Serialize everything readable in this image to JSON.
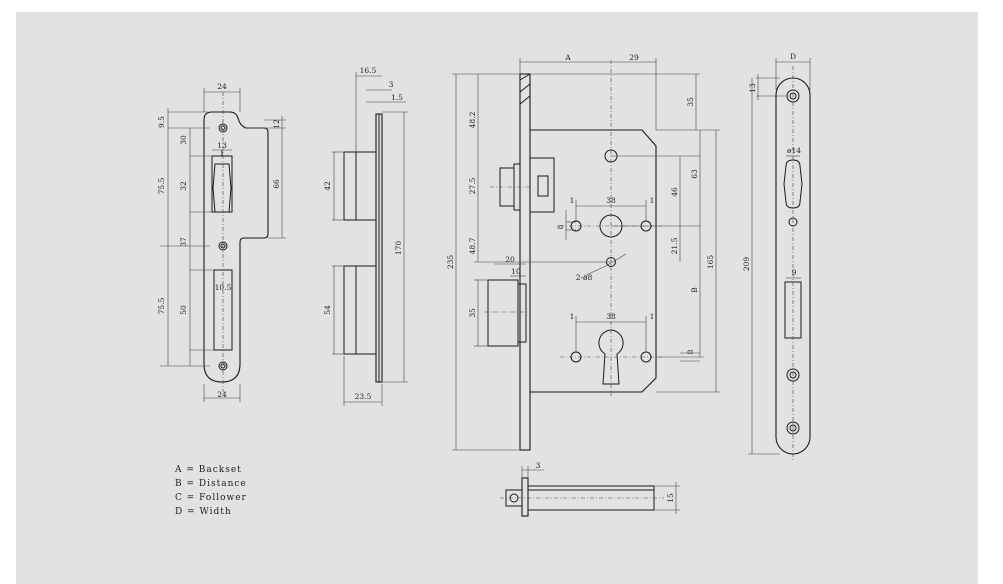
{
  "legend": [
    "A = Backset",
    "B = Distance",
    "C = Follower",
    "D = Width"
  ],
  "strike_plate_dims": {
    "top_width": "24",
    "bottom_width": "24",
    "d_9_5": "9.5",
    "d_12": "12",
    "d_30": "30",
    "d_13": "13",
    "d_75_5_top": "75.5",
    "d_32": "32",
    "d_66": "66",
    "d_37": "37",
    "d_75_5_bottom": "75.5",
    "d_50": "50",
    "d_10_5": "10.5"
  },
  "side_view_dims": {
    "d_16_5": "16.5",
    "d_3": "3",
    "d_1_5": "1.5",
    "d_42": "42",
    "d_170": "170",
    "d_54": "54",
    "d_23_5": "23.5"
  },
  "lock_body_dims": {
    "backset": "A",
    "d_29": "29",
    "d_35": "35",
    "d_48_2": "48.2",
    "d_27_5": "27.5",
    "d_63": "63",
    "d_46": "46",
    "d_1_a": "1",
    "d_38_a": "38",
    "d_1_b": "1",
    "d_8_a": "8",
    "d_48_7": "48.7",
    "d_21_5": "21.5",
    "d_2_phi_8": "2-ø8",
    "d_20": "20",
    "d_10": "10",
    "d_235": "235",
    "distance": "B",
    "d_165": "165",
    "d_35_b": "35",
    "d_1_c": "1",
    "d_38_b": "38",
    "d_1_d": "1",
    "d_8_b": "8"
  },
  "faceplate_dims": {
    "width": "D",
    "d_13": "13",
    "d_phi_14": "ø14",
    "d_209": "209",
    "d_9": "9"
  },
  "latch_dims": {
    "d_3": "3",
    "d_15": "15"
  }
}
